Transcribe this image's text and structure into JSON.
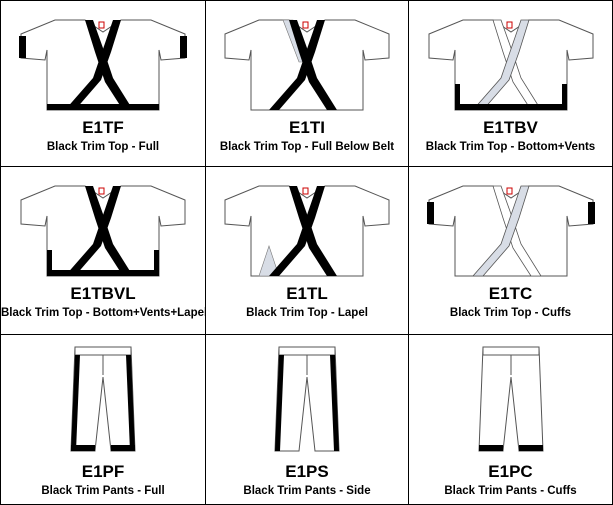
{
  "items": [
    {
      "code": "E1TF",
      "desc": "Black Trim Top - Full",
      "kind": "top",
      "trim": "full"
    },
    {
      "code": "E1TI",
      "desc": "Black Trim Top - Full Below Belt",
      "kind": "top",
      "trim": "full-below-belt"
    },
    {
      "code": "E1TBV",
      "desc": "Black Trim Top - Bottom+Vents",
      "kind": "top",
      "trim": "bottom-vents"
    },
    {
      "code": "E1TBVL",
      "desc": "Black Trim Top - Bottom+Vents+Lapel",
      "kind": "top",
      "trim": "bottom-vents-lapel"
    },
    {
      "code": "E1TL",
      "desc": "Black Trim Top - Lapel",
      "kind": "top",
      "trim": "lapel"
    },
    {
      "code": "E1TC",
      "desc": "Black Trim Top - Cuffs",
      "kind": "top",
      "trim": "cuffs"
    },
    {
      "code": "E1PF",
      "desc": "Black Trim Pants - Full",
      "kind": "pants",
      "trim": "full"
    },
    {
      "code": "E1PS",
      "desc": "Black Trim Pants - Side",
      "kind": "pants",
      "trim": "side"
    },
    {
      "code": "E1PC",
      "desc": "Black Trim Pants - Cuffs",
      "kind": "pants",
      "trim": "cuffs"
    }
  ],
  "colors": {
    "trim": "#000000",
    "fabric": "#ffffff",
    "lining": "#d8dde6",
    "outline": "#555555",
    "tag": "#cc0000"
  }
}
